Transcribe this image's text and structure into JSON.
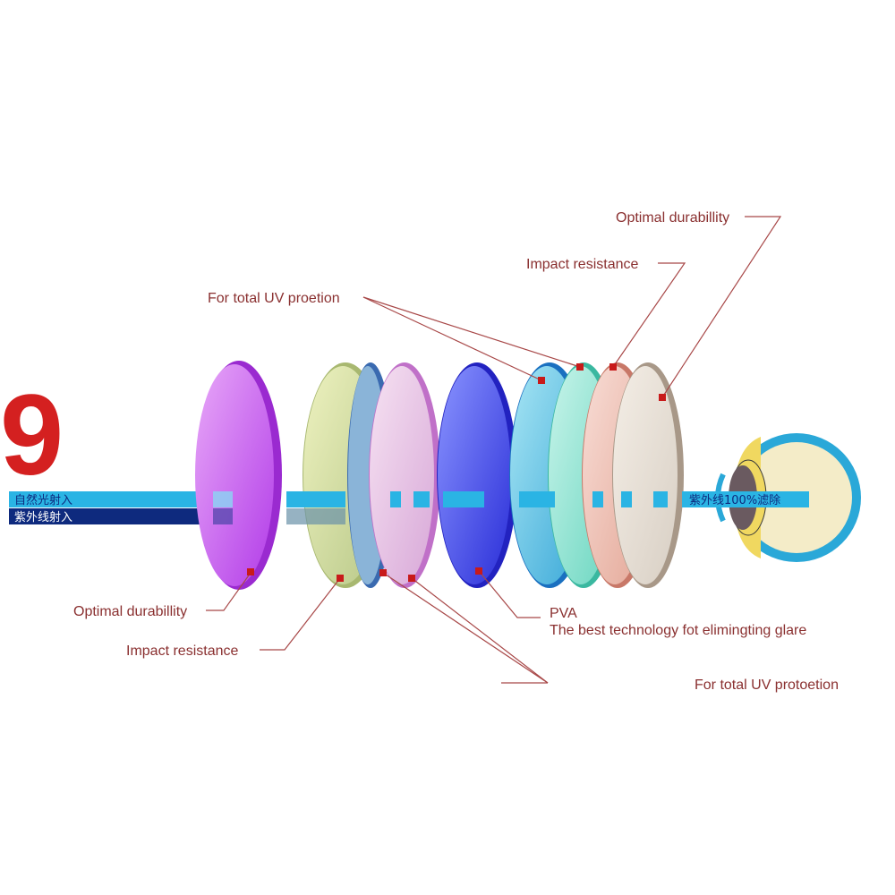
{
  "badge": {
    "text": "9",
    "color": "#d42020"
  },
  "input_bars": {
    "natural_light": {
      "label": "自然光射入",
      "color": "#2ab4e4"
    },
    "uv_light": {
      "label": "紫外线射入",
      "color": "#0e2a7e"
    }
  },
  "output_bar": {
    "label": "紫外线100%滤除",
    "color": "#2ab4e4"
  },
  "labels": {
    "top_optimal": "Optimal durabillity",
    "top_impact": "Impact resistance",
    "top_uv": "For total UV proetion",
    "bottom_optimal": "Optimal durabillity",
    "bottom_impact": "Impact resistance",
    "bottom_pva": "PVA",
    "bottom_pva_desc": "The best technology fot elimingting glare",
    "bottom_uv": "For total UV protoetion"
  },
  "icons": {
    "lens_stack": "lens-layers",
    "eye": "eye-icon",
    "marker": "square-marker"
  },
  "colors": {
    "label_text": "#8a3030",
    "leader_line": "#a84848",
    "marker": "#c81a1a"
  }
}
